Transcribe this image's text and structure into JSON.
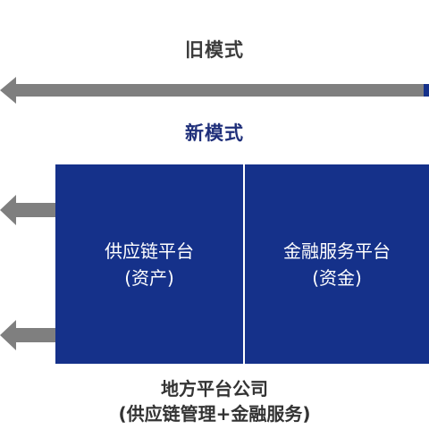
{
  "old_mode": {
    "title": "旧模式"
  },
  "new_mode": {
    "title": "新模式",
    "supply_chain_platform": {
      "name": "供应链平台",
      "sub": "(资产)"
    },
    "financial_platform": {
      "name": "金融服务平台",
      "sub": "(资金)"
    }
  },
  "caption": {
    "line1": "地方平台公司",
    "line2": "(供应链管理+金融服务)"
  },
  "colors": {
    "box": "#15318a",
    "arrow": "#7f7f7f",
    "new_title": "#1f2f7a"
  },
  "icons": [
    "long-left-arrow-icon",
    "left-arrow-icon",
    "left-arrow-icon"
  ]
}
